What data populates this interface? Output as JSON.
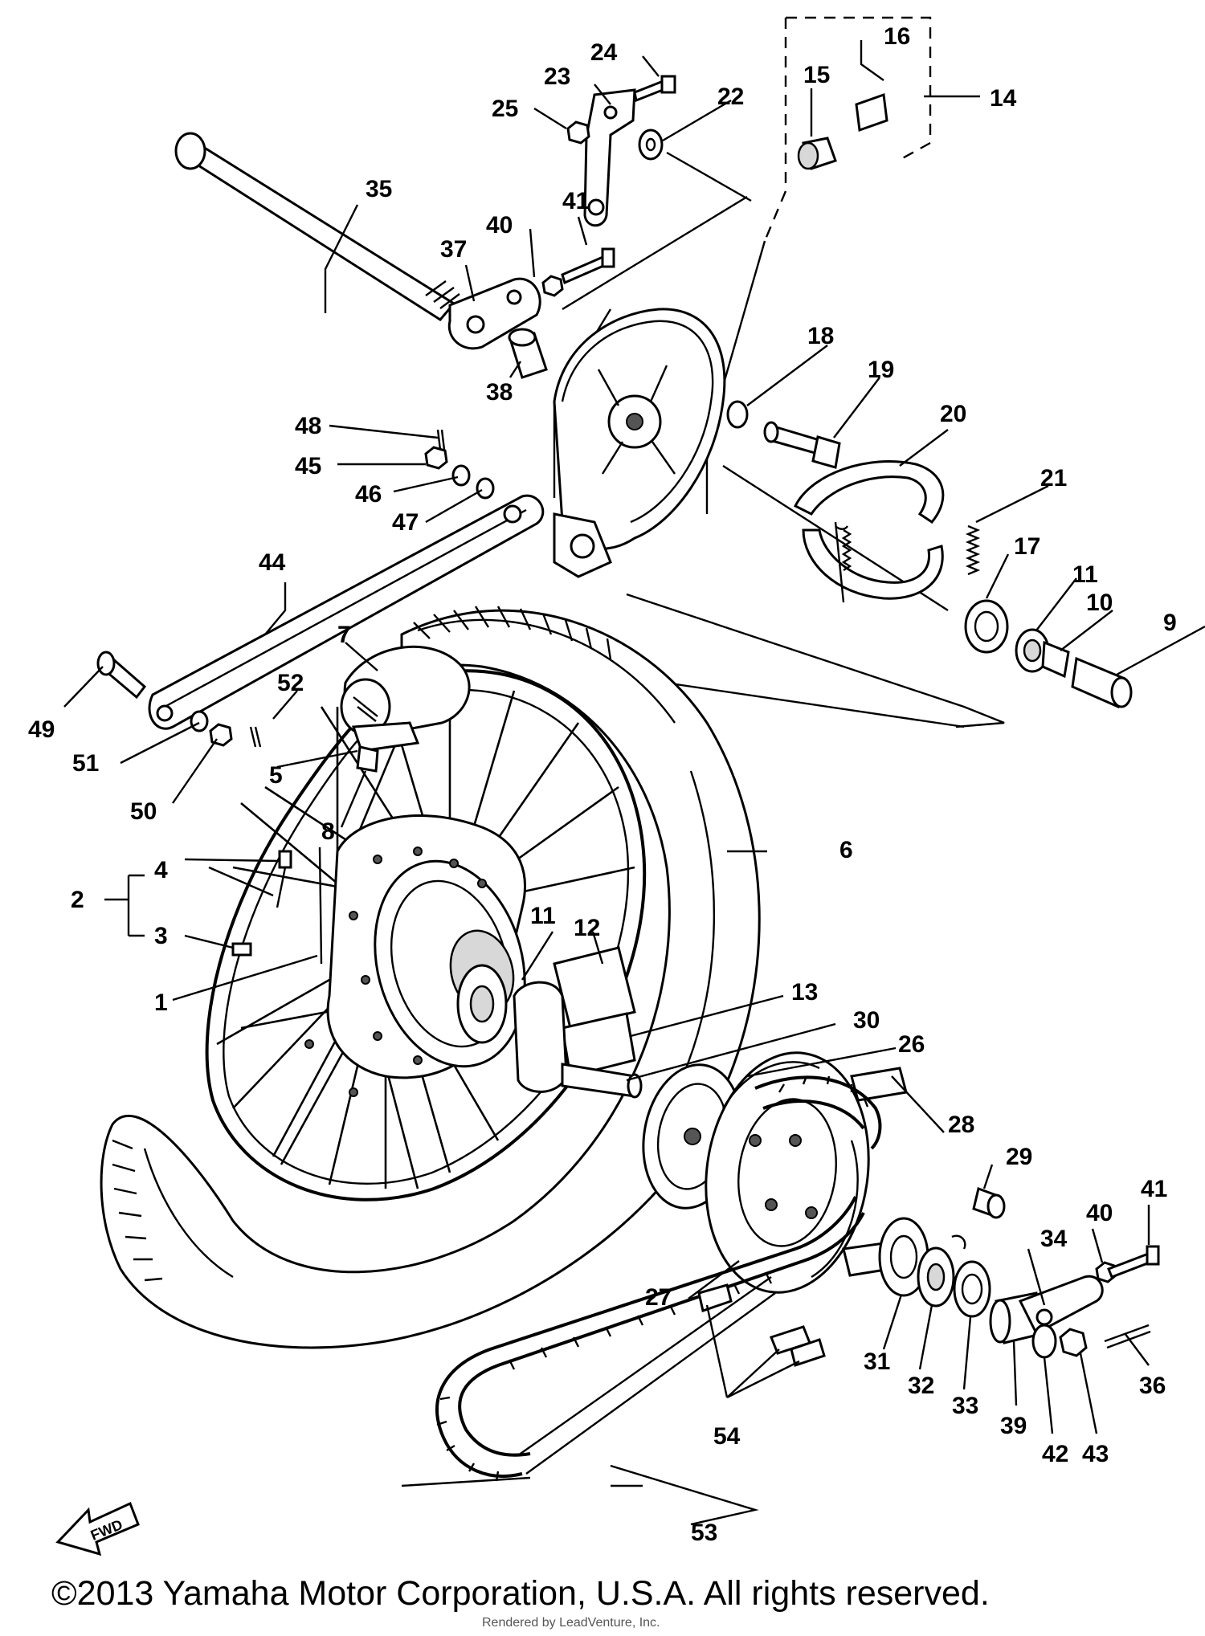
{
  "callouts": {
    "c1": "1",
    "c2": "2",
    "c3": "3",
    "c4": "4",
    "c5": "5",
    "c6": "6",
    "c7": "7",
    "c8": "8",
    "c9": "9",
    "c10": "10",
    "c11a": "11",
    "c11b": "11",
    "c12": "12",
    "c13": "13",
    "c14": "14",
    "c15": "15",
    "c16": "16",
    "c17": "17",
    "c18": "18",
    "c19": "19",
    "c20": "20",
    "c21": "21",
    "c22": "22",
    "c23": "23",
    "c24": "24",
    "c25": "25",
    "c26": "26",
    "c27": "27",
    "c28": "28",
    "c29": "29",
    "c30": "30",
    "c31": "31",
    "c32": "32",
    "c33": "33",
    "c34": "34",
    "c35": "35",
    "c36": "36",
    "c37": "37",
    "c38": "38",
    "c39": "39",
    "c40a": "40",
    "c40b": "40",
    "c41a": "41",
    "c41b": "41",
    "c42": "42",
    "c43": "43",
    "c44": "44",
    "c45": "45",
    "c46": "46",
    "c47": "47",
    "c48": "48",
    "c49": "49",
    "c50": "50",
    "c51": "51",
    "c52": "52",
    "c53": "53",
    "c54": "54"
  },
  "fwd_label": "FWD",
  "copyright": "©2013 Yamaha Motor Corporation, U.S.A. All rights reserved.",
  "watermark": "Rendered by LeadVenture, Inc."
}
